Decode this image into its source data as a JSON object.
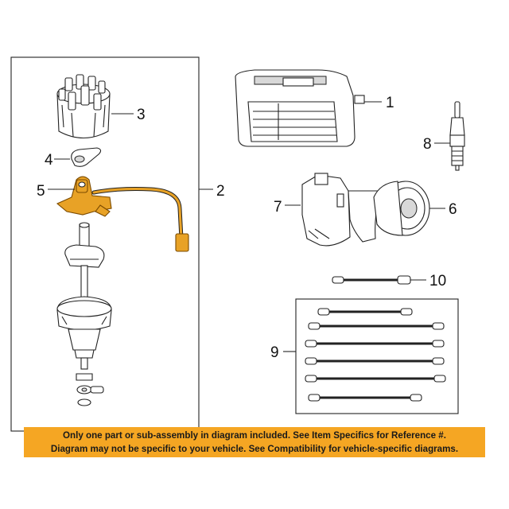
{
  "callouts": {
    "c1": "1",
    "c2": "2",
    "c3": "3",
    "c4": "4",
    "c5": "5",
    "c6": "6",
    "c7": "7",
    "c8": "8",
    "c9": "9",
    "c10": "10"
  },
  "disclaimer": {
    "line1": "Only one part or sub-assembly in diagram included. See Item Specifics for Reference #.",
    "line2": "Diagram may not be specific to your vehicle. See Compatibility for vehicle-specific diagrams."
  },
  "colors": {
    "highlight": "#e8a226",
    "banner": "#f5a623",
    "linework": "#222222"
  }
}
